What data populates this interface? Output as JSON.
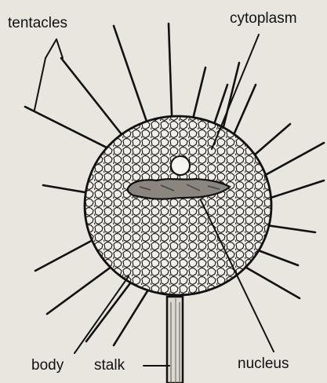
{
  "diagram": {
    "labels": {
      "tentacles": "tentacles",
      "cytoplasm": "cytoplasm",
      "body": "body",
      "stalk": "stalk",
      "nucleus": "nucleus"
    },
    "colors": {
      "ink": "#111111",
      "background": "#e9e6e0"
    }
  }
}
